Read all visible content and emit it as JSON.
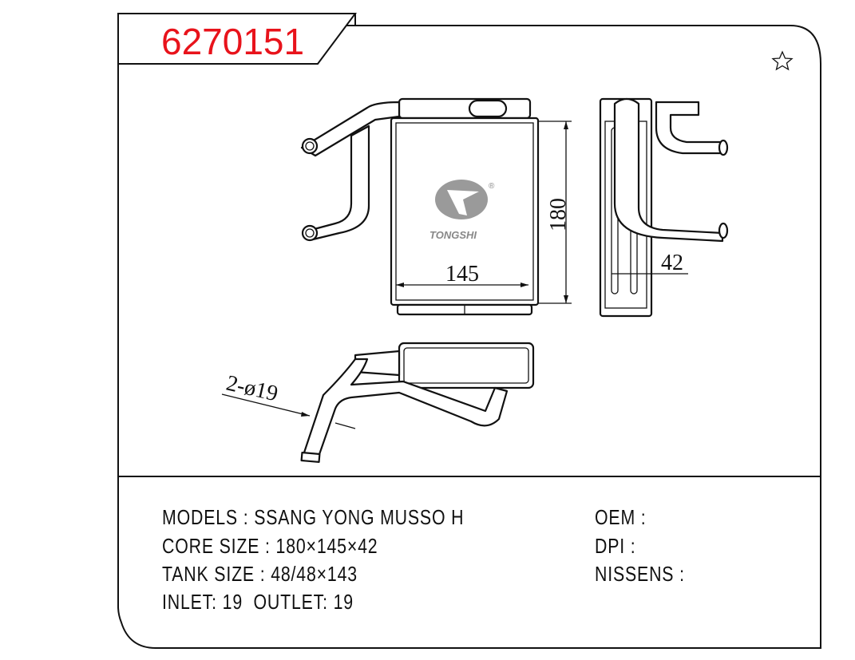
{
  "part_number": "6270151",
  "favorite_icon": "star-outline-icon",
  "drawing": {
    "dimensions": {
      "height": "180",
      "width": "145",
      "depth": "42",
      "pipe": "2-ø19"
    },
    "logo": {
      "brand": "TONGSHI",
      "registered": "®"
    }
  },
  "specs": {
    "models": "MODELS : SSANG YONG MUSSO H",
    "core_size": "CORE SIZE : 180×145×42",
    "tank_size": "TANK SIZE : 48/48×143",
    "inlet_outlet": "INLET: 19  OUTLET: 19",
    "oem": "OEM :",
    "dpi": "DPI :",
    "nissens": "NISSENS :"
  }
}
